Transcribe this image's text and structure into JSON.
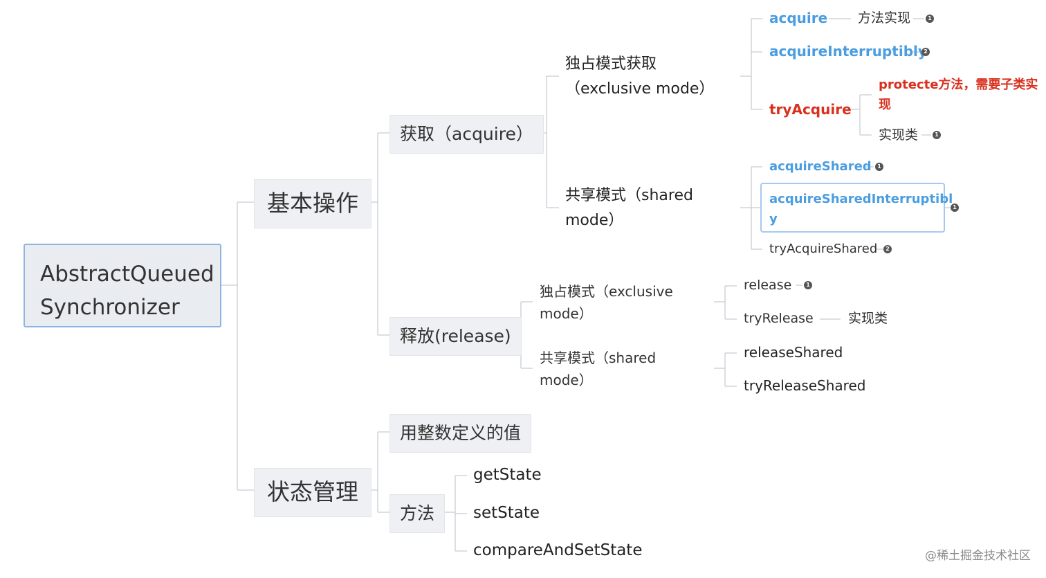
{
  "root": "AbstractQueued Synchronizer",
  "basic_ops": {
    "label": "基本操作",
    "acquire": {
      "label": "获取（acquire）",
      "exclusive": {
        "label_line1": "独占模式获取",
        "label_line2": "（exclusive mode）",
        "items": {
          "acquire": "acquire",
          "acquire_note": "方法实现",
          "acquire_badge": "1",
          "acquireInterruptibly": "acquireInterruptibly",
          "acquireInterruptibly_badge": "2",
          "tryAcquire": "tryAcquire",
          "tryAcquire_note1": "protecte方法，需要子类实现",
          "tryAcquire_note2": "实现类",
          "tryAcquire_note2_badge": "1"
        }
      },
      "shared": {
        "label_line1": "共享模式（shared",
        "label_line2": "mode）",
        "items": {
          "acquireShared": "acquireShared",
          "acquireShared_badge": "1",
          "acquireSharedInterruptibly_line1": "acquireSharedInterruptibl",
          "acquireSharedInterruptibly_line2": "y",
          "acquireSharedInterruptibly_badge": "1",
          "tryAcquireShared": "tryAcquireShared",
          "tryAcquireShared_badge": "2"
        }
      }
    },
    "release": {
      "label": "释放(release)",
      "exclusive": {
        "label_line1": "独占模式（exclusive",
        "label_line2": "mode）",
        "items": {
          "release": "release",
          "release_badge": "1",
          "tryRelease": "tryRelease",
          "tryRelease_note": "实现类"
        }
      },
      "shared": {
        "label_line1": "共享模式（shared",
        "label_line2": "mode）",
        "items": {
          "releaseShared": "releaseShared",
          "tryReleaseShared": "tryReleaseShared"
        }
      }
    }
  },
  "state_mgmt": {
    "label": "状态管理",
    "int_value": "用整数定义的值",
    "methods": {
      "label": "方法",
      "items": [
        "getState",
        "setState",
        "compareAndSetState"
      ]
    }
  },
  "watermark": "@稀土掘金技术社区",
  "colors": {
    "root_border": "#8fb4e3",
    "blue_text": "#4a9de0",
    "red_text": "#d9301e",
    "connector": "#c8ccd2"
  }
}
